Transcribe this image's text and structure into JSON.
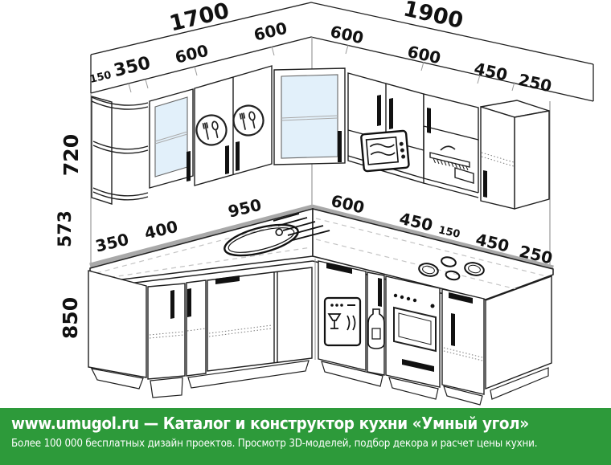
{
  "colors": {
    "footer_green": "#2d9a3a",
    "glass_blue": "#e2f0fa",
    "backsplash_grey": "#a9a9a9",
    "ink": "#1f1f1f",
    "faint_line": "#9a9a9a",
    "dash_line": "#c4c4c4"
  },
  "dims": {
    "left_wall_total": "1700",
    "right_wall_total": "1900",
    "left_upper_segments": [
      "150",
      "350",
      "600",
      "600"
    ],
    "right_upper_segments": [
      "600",
      "600",
      "450",
      "250"
    ],
    "left_counter_segments": [
      "350",
      "400",
      "950"
    ],
    "right_counter_segments": [
      "600",
      "450",
      "150",
      "450",
      "250"
    ],
    "upper_height": "720",
    "splash_height": "573",
    "base_height": "850"
  },
  "footer": {
    "line1": "www.umugol.ru — Каталог и конструктор кухни «Умный угол»",
    "line2": "Более 100 000 бесплатных дизайн проектов. Просмотр 3D-моделей, подбор декора и расчет цены кухни."
  },
  "icons": {
    "upper_doors": "fork-spoon-emblem",
    "appliances": [
      "microwave",
      "cooker-hood",
      "sink",
      "cooktop",
      "dishwasher",
      "bottle-cargo",
      "oven"
    ]
  }
}
